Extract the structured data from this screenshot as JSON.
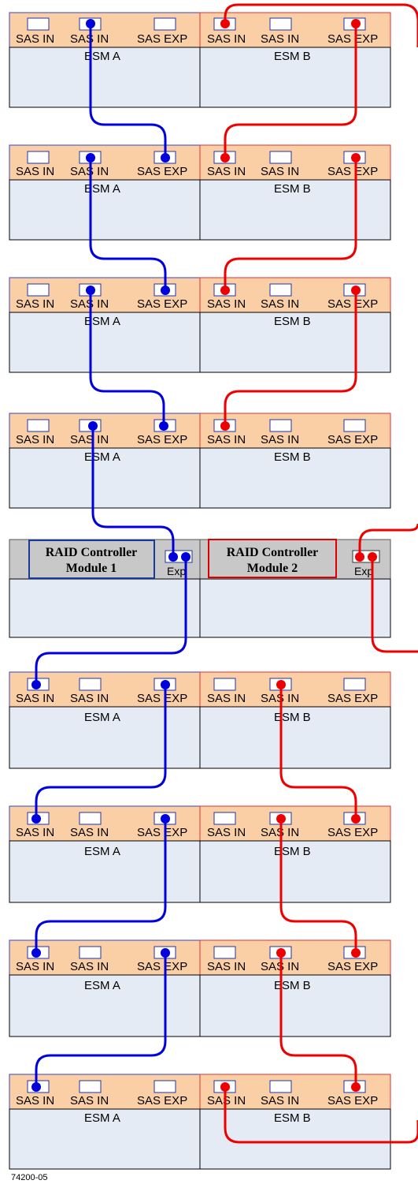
{
  "drive_trays": [
    {
      "esm_a": {
        "ports": [
          "SAS IN",
          "SAS IN",
          "SAS EXP"
        ],
        "label": "ESM A"
      },
      "esm_b": {
        "ports": [
          "SAS IN",
          "SAS IN",
          "SAS EXP"
        ],
        "label": "ESM B"
      }
    },
    {
      "esm_a": {
        "ports": [
          "SAS IN",
          "SAS IN",
          "SAS EXP"
        ],
        "label": "ESM A"
      },
      "esm_b": {
        "ports": [
          "SAS IN",
          "SAS IN",
          "SAS EXP"
        ],
        "label": "ESM B"
      }
    },
    {
      "esm_a": {
        "ports": [
          "SAS IN",
          "SAS IN",
          "SAS EXP"
        ],
        "label": "ESM A"
      },
      "esm_b": {
        "ports": [
          "SAS IN",
          "SAS IN",
          "SAS EXP"
        ],
        "label": "ESM B"
      }
    },
    {
      "esm_a": {
        "ports": [
          "SAS IN",
          "SAS IN",
          "SAS EXP"
        ],
        "label": "ESM A"
      },
      "esm_b": {
        "ports": [
          "SAS IN",
          "SAS IN",
          "SAS EXP"
        ],
        "label": "ESM B"
      }
    },
    {
      "esm_a": {
        "ports": [
          "SAS IN",
          "SAS IN",
          "SAS EXP"
        ],
        "label": "ESM A"
      },
      "esm_b": {
        "ports": [
          "SAS IN",
          "SAS IN",
          "SAS EXP"
        ],
        "label": "ESM B"
      }
    },
    {
      "esm_a": {
        "ports": [
          "SAS IN",
          "SAS IN",
          "SAS EXP"
        ],
        "label": "ESM A"
      },
      "esm_b": {
        "ports": [
          "SAS IN",
          "SAS IN",
          "SAS EXP"
        ],
        "label": "ESM B"
      }
    },
    {
      "esm_a": {
        "ports": [
          "SAS IN",
          "SAS IN",
          "SAS EXP"
        ],
        "label": "ESM A"
      },
      "esm_b": {
        "ports": [
          "SAS IN",
          "SAS IN",
          "SAS EXP"
        ],
        "label": "ESM B"
      }
    },
    {
      "esm_a": {
        "ports": [
          "SAS IN",
          "SAS IN",
          "SAS EXP"
        ],
        "label": "ESM A"
      },
      "esm_b": {
        "ports": [
          "SAS IN",
          "SAS IN",
          "SAS EXP"
        ],
        "label": "ESM B"
      }
    }
  ],
  "controller": {
    "module_1": {
      "line1": "RAID Controller",
      "line2": "Module 1",
      "exp_label": "Exp"
    },
    "module_2": {
      "line1": "RAID Controller",
      "line2": "Module 2",
      "exp_label": "Exp"
    }
  },
  "figure_id": "74200-05",
  "colors": {
    "esm_a_cable": "#0000dd",
    "esm_b_cable": "#ee0000",
    "port_bar": "#fbcfa6",
    "tray_body": "#e5ebf5",
    "controller_bar": "#c8c8c8",
    "module_1_accent": "#1a3a9a",
    "module_2_accent": "#dd0000"
  }
}
